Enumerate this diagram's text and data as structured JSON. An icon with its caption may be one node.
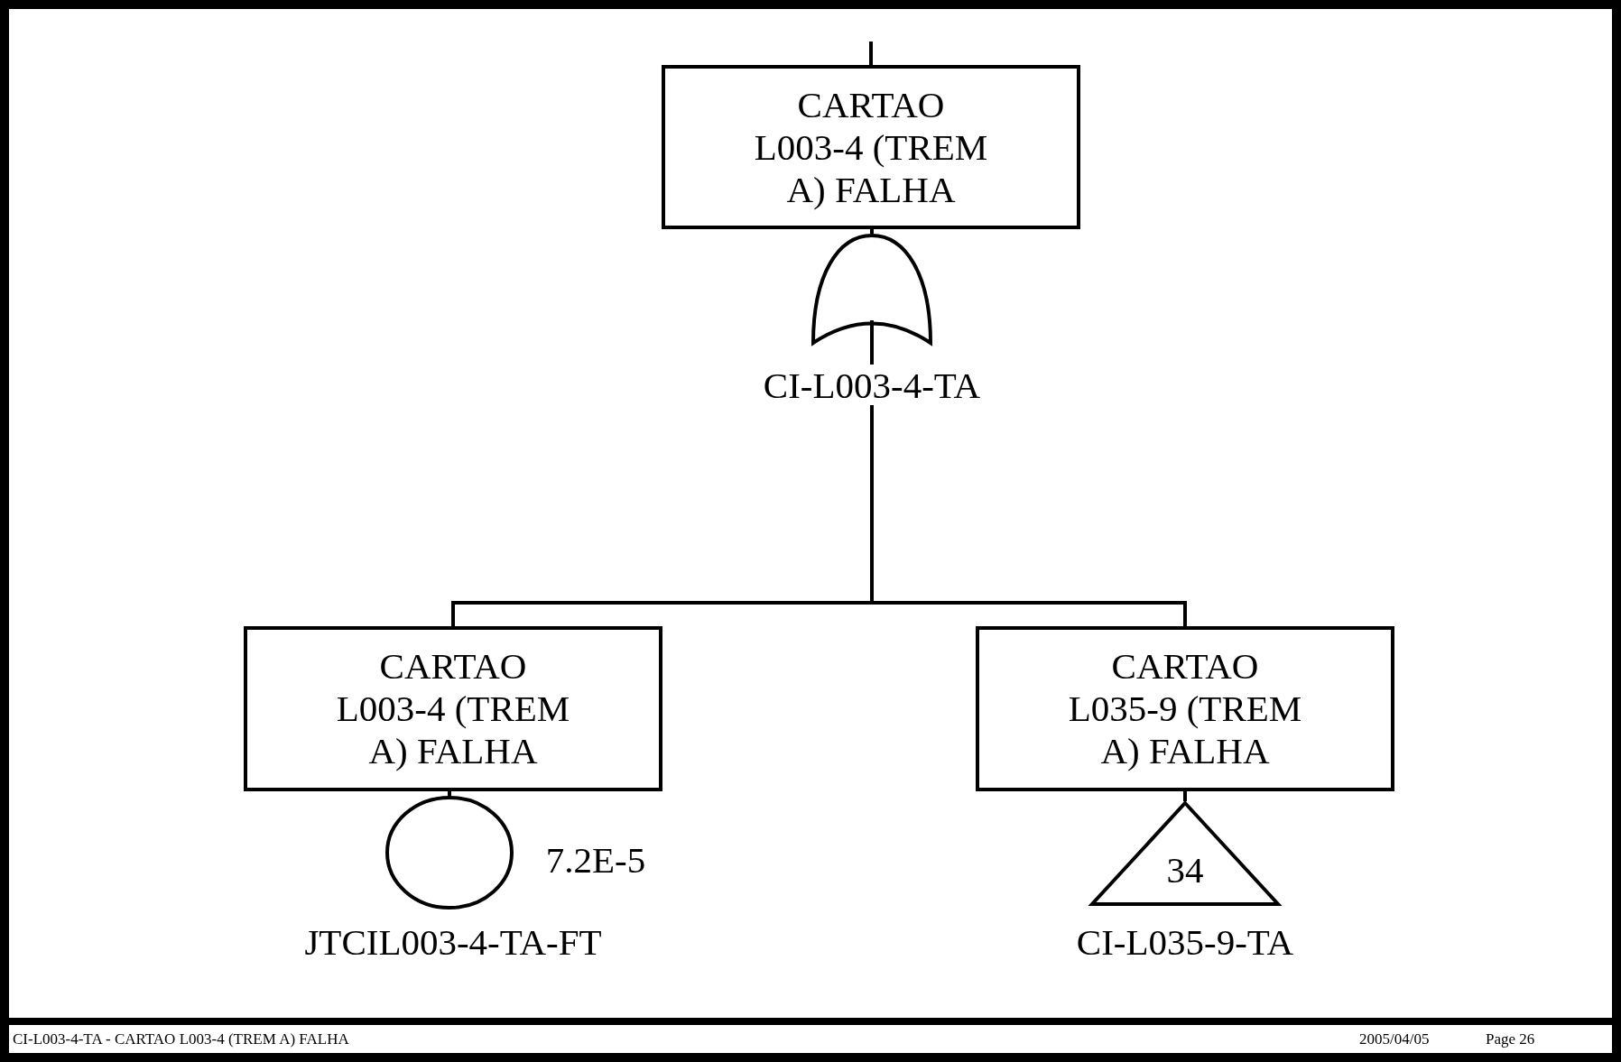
{
  "diagram": {
    "nodes": [
      {
        "text": [
          "CARTAO L003-4 (TREM A) FALHA"
        ]
      },
      {
        "text": [],
        "shape": "gate",
        "beside": [
          "CI-L003-4-TA"
        ]
      },
      {
        "text": [
          "CARTAO L003-4 (TREM A) FALHA"
        ]
      },
      {
        "text": [
          "CARTAO L035-9 (TREM A) FALHA"
        ]
      },
      {
        "text": [],
        "shape": "circle",
        "beside": [
          "7.2E-5",
          "JTCIL003-4-TA-FT"
        ]
      },
      {
        "text": [
          "34"
        ],
        "beside": [
          "CI-L035-9-TA"
        ]
      }
    ],
    "edges": [
      {
        "from": null,
        "to": 0,
        "arrow": "none"
      },
      {
        "from": 0,
        "to": 1,
        "arrow": "none"
      },
      {
        "from": 1,
        "to": 2,
        "arrow": "none"
      },
      {
        "from": 1,
        "to": 3,
        "arrow": "none"
      },
      {
        "from": 2,
        "to": 4,
        "arrow": "none"
      },
      {
        "from": 3,
        "to": 5,
        "arrow": "none"
      }
    ],
    "labels": [
      "CI-L003-4-TA - CARTAO L003-4 (TREM A) FALHA",
      "2005/04/05",
      "Page 26"
    ]
  }
}
